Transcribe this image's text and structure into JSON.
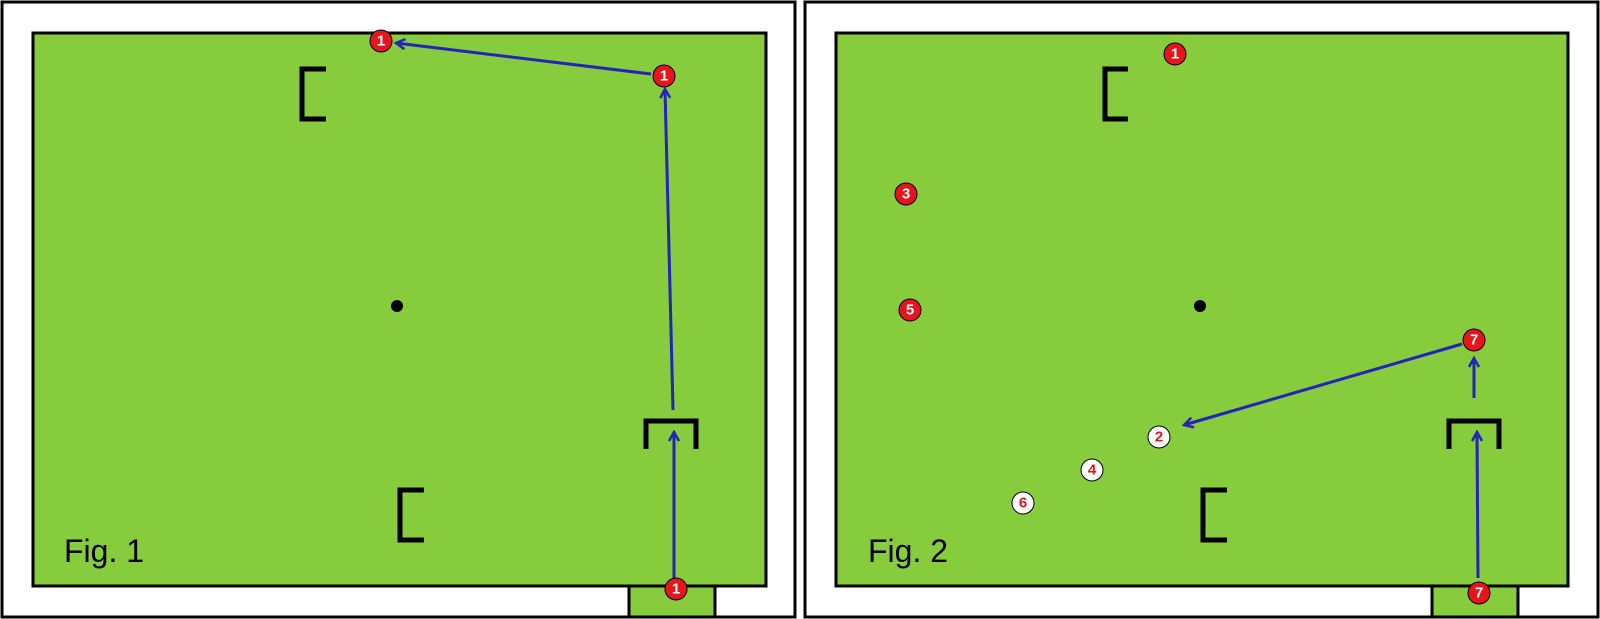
{
  "panels": [
    {
      "id": "fig1",
      "label": "Fig. 1",
      "markers": [
        {
          "id": "m1a",
          "num": "1",
          "style": "red"
        },
        {
          "id": "m1b",
          "num": "1",
          "style": "red"
        },
        {
          "id": "m1c",
          "num": "1",
          "style": "red"
        }
      ],
      "gates": [
        "gate-top-left",
        "gate-bottom-center",
        "gate-right-inverted"
      ],
      "arrows": [
        "arrow-base-to-gate",
        "arrow-gate-to-top-right",
        "arrow-top-right-to-top-left"
      ]
    },
    {
      "id": "fig2",
      "label": "Fig. 2",
      "markers": [
        {
          "id": "m2-1",
          "num": "1",
          "style": "red"
        },
        {
          "id": "m2-3",
          "num": "3",
          "style": "red"
        },
        {
          "id": "m2-5",
          "num": "5",
          "style": "red"
        },
        {
          "id": "m2-7a",
          "num": "7",
          "style": "red"
        },
        {
          "id": "m2-2",
          "num": "2",
          "style": "white"
        },
        {
          "id": "m2-4",
          "num": "4",
          "style": "white"
        },
        {
          "id": "m2-6",
          "num": "6",
          "style": "white"
        },
        {
          "id": "m2-7b",
          "num": "7",
          "style": "red"
        }
      ],
      "gates": [
        "gate-top-left",
        "gate-bottom-center",
        "gate-right-inverted"
      ],
      "arrows": [
        "arrow-base-to-gate",
        "arrow-gate-to-7",
        "arrow-7-to-2"
      ]
    }
  ],
  "colors": {
    "field": "#86cc3c",
    "border": "#000000",
    "arrow": "#2424b8",
    "marker_red": "#e8141c",
    "marker_white": "#ffffff"
  }
}
